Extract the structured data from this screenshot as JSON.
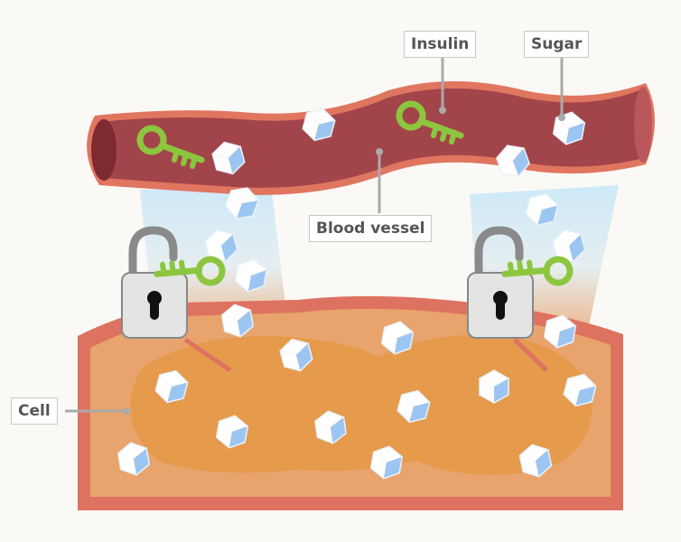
{
  "labels": {
    "insulin": "Insulin",
    "sugar": "Sugar",
    "blood_vessel": "Blood vessel",
    "cell": "Cell"
  },
  "colors": {
    "background": "#fbf9f5",
    "vessel_outer": "#e07560",
    "vessel_inner": "#a2454a",
    "vessel_opening": "#7e2a31",
    "cell_wall": "#de7260",
    "cell_fill": "#e8a46c",
    "cell_nucleus": "#e59a4c",
    "key": "#8cc63f",
    "lock_body": "#e4e4e4",
    "shackle": "#8a8a8a",
    "cube_top": "#ffffff",
    "cube_side": "#9cc6f2",
    "channel": "#cfe8f7"
  },
  "elements": {
    "keys_in_vessel": 2,
    "sugar_in_vessel": 5,
    "locks": 2,
    "sugar_in_cell": 13
  }
}
